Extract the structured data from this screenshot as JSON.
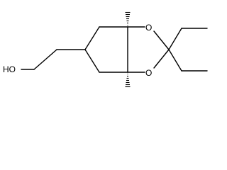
{
  "molecule": {
    "atom_labels": {
      "hydroxyl": "HO",
      "oxygen_top": "O",
      "oxygen_bottom": "O"
    },
    "stereo": {
      "top_ring_fusion": "hashed-wedge",
      "bottom_ring_fusion": "hashed-wedge"
    },
    "colors": {
      "ink": "#000000",
      "background": "#ffffff"
    }
  }
}
